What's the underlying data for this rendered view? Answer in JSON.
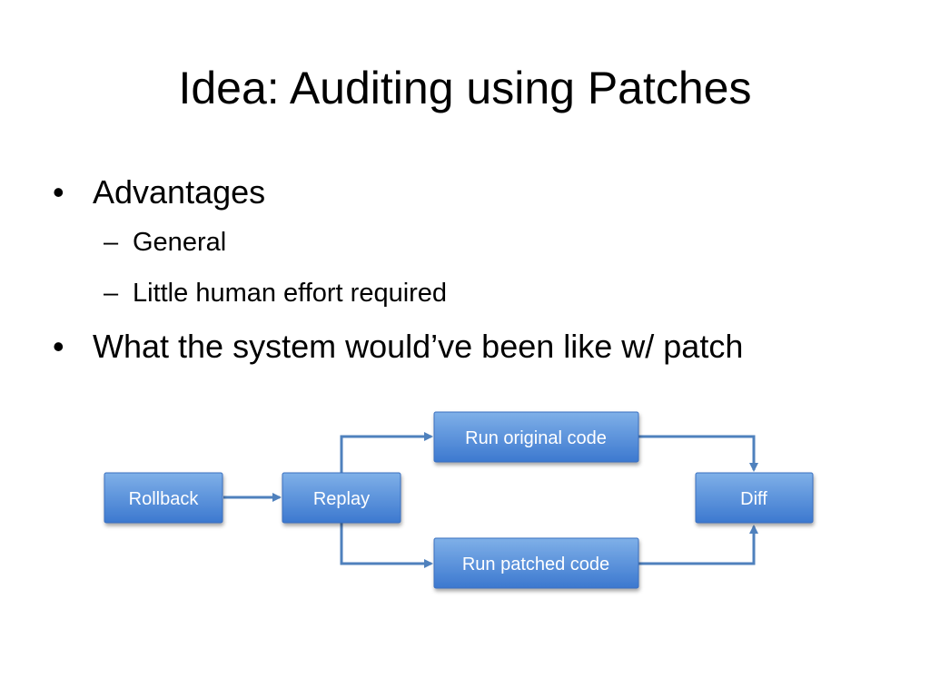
{
  "slide": {
    "title": "Idea: Auditing using Patches",
    "bullets": [
      {
        "text": "Advantages",
        "subitems": [
          "General",
          "Little human effort required"
        ]
      },
      {
        "text": "What the system would’ve been like w/ patch",
        "subitems": []
      }
    ],
    "bullet_glyph": "•",
    "dash_glyph": "–"
  },
  "diagram": {
    "nodes": {
      "rollback": "Rollback",
      "replay": "Replay",
      "run_original": "Run original code",
      "run_patched": "Run patched code",
      "diff": "Diff"
    },
    "colors": {
      "node_top": "#7fb0e8",
      "node_bottom": "#3c78cf",
      "node_border": "#3a6fc0",
      "arrow": "#4f81bd",
      "text": "#ffffff"
    }
  }
}
